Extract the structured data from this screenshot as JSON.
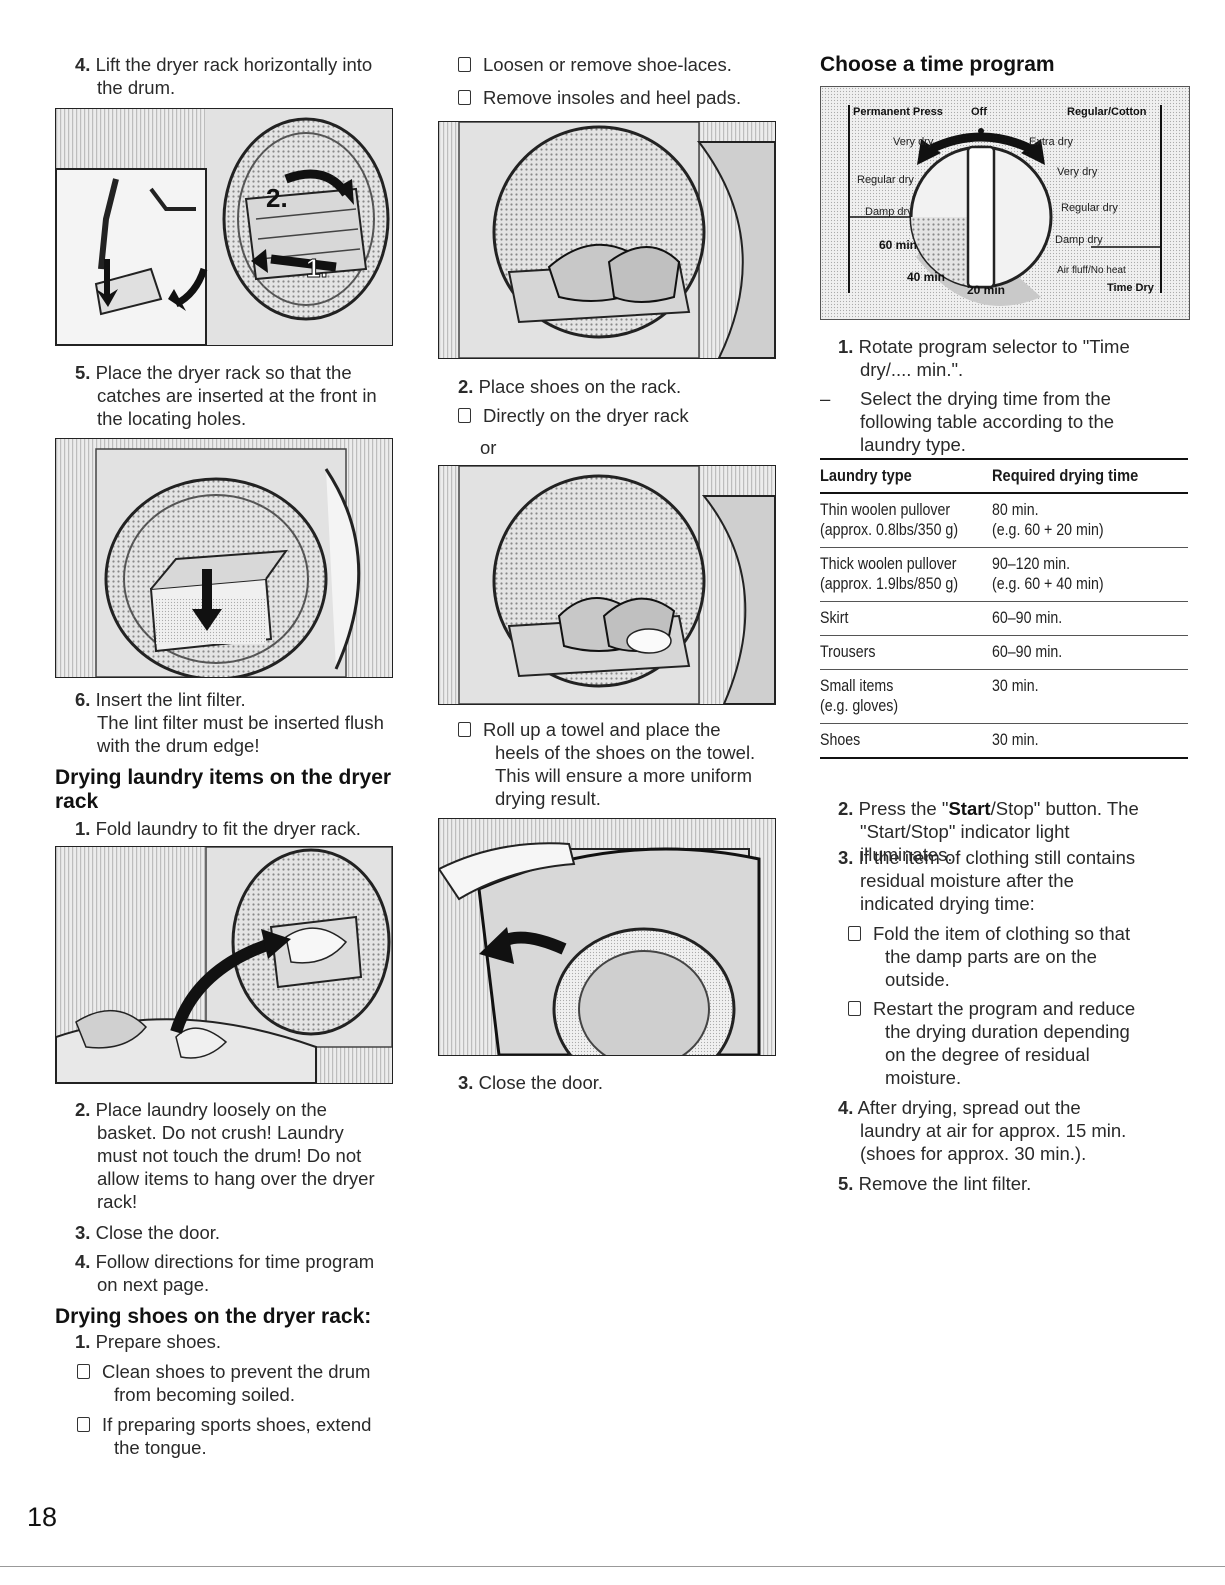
{
  "col1": {
    "step4": {
      "num": "4.",
      "text_l1": "Lift the dryer rack horizontally into",
      "text_l2": "the drum."
    },
    "fig1": {
      "label_a": "2.",
      "label_b": "1."
    },
    "step5": {
      "num": "5.",
      "l1": "Place the dryer rack so that the",
      "l2": "catches are inserted at the front in",
      "l3": "the locating holes."
    },
    "step6": {
      "num": "6.",
      "l1": "Insert the lint filter.",
      "l2": "The lint filter must be inserted flush",
      "l3": "with the drum edge!"
    },
    "heading_laundry_l1": "Drying laundry items on the dryer",
    "heading_laundry_l2": "rack",
    "lstep1": {
      "num": "1.",
      "text": "Fold laundry to fit the dryer rack."
    },
    "lstep2": {
      "num": "2.",
      "l1": "Place laundry loosely on the",
      "l2": "basket. Do not crush! Laundry",
      "l3": "must not touch the drum! Do not",
      "l4": "allow items to hang over the dryer",
      "l5": "rack!"
    },
    "lstep3": {
      "num": "3.",
      "text": "Close the door."
    },
    "lstep4": {
      "num": "4.",
      "l1": "Follow directions for time program",
      "l2": "on next page."
    },
    "heading_shoes": "Drying shoes on the dryer rack:",
    "sstep1": {
      "num": "1.",
      "text": "Prepare shoes."
    },
    "sb1": {
      "l1": "Clean shoes to prevent the drum",
      "l2": "from becoming soiled."
    },
    "sb2": {
      "l1": "If preparing sports shoes, extend",
      "l2": "the tongue."
    }
  },
  "col2": {
    "b1": "Loosen or remove shoe-laces.",
    "b2": "Remove insoles and heel pads.",
    "step2": {
      "num": "2.",
      "text": "Place shoes on the rack."
    },
    "b3": "Directly on the dryer rack",
    "or": "or",
    "b4": {
      "l1": "Roll up a towel and place the",
      "l2": "heels of the shoes on the towel.",
      "l3": "This will ensure a more uniform",
      "l4": "drying result."
    },
    "step3": {
      "num": "3.",
      "text": "Close the door."
    }
  },
  "col3": {
    "heading": "Choose a time program",
    "dial": {
      "permanent_press": "Permanent Press",
      "off": "Off",
      "regular_cotton": "Regular/Cotton",
      "very_dry_l": "Very dry",
      "regular_dry_l": "Regular dry",
      "damp_dry_l": "Damp dry",
      "extra_dry": "Extra dry",
      "very_dry_r": "Very dry",
      "regular_dry_r": "Regular dry",
      "damp_dry_r": "Damp dry",
      "air_fluff": "Air fluff/No heat",
      "time_dry": "Time Dry",
      "m60": "60 min",
      "m40": "40 min",
      "m20": "20 min"
    },
    "step1": {
      "num": "1.",
      "l1": "Rotate program selector to \"Time",
      "l2": "dry/.... min.\"."
    },
    "dash": {
      "mark": "–",
      "l1": "Select the drying time from the",
      "l2": "following table according to the",
      "l3": "laundry type."
    },
    "table": {
      "headers": [
        "Laundry type",
        "Required drying time"
      ],
      "rows": [
        [
          "Thin woolen pullover",
          "(approx. 0.8lbs/350 g)",
          "80 min.",
          "(e.g. 60 + 20 min)"
        ],
        [
          "Thick woolen pullover",
          "(approx. 1.9lbs/850 g)",
          "90–120 min.",
          "(e.g. 60 + 40 min)"
        ],
        [
          "Skirt",
          "",
          "60–90 min.",
          ""
        ],
        [
          "Trousers",
          "",
          "60–90 min.",
          ""
        ],
        [
          "Small items",
          "(e.g. gloves)",
          "30 min.",
          ""
        ],
        [
          "Shoes",
          "",
          "30 min.",
          ""
        ]
      ]
    },
    "step2": {
      "num": "2.",
      "pre": "Press the \"",
      "bold": "Start",
      "post": "/Stop\" button. The",
      "l2": "\"Start/Stop\" indicator light",
      "l3": "illuminates."
    },
    "step3": {
      "num": "3.",
      "l1": "If the item of clothing still contains",
      "l2": "residual moisture after the",
      "l3": "indicated drying time:"
    },
    "b1": {
      "l1": "Fold the item of clothing so that",
      "l2": "the damp parts are on the",
      "l3": "outside."
    },
    "b2": {
      "l1": "Restart the program and reduce",
      "l2": "the drying duration depending",
      "l3": "on the degree of residual",
      "l4": "moisture."
    },
    "step4": {
      "num": "4.",
      "l1": "After drying, spread out the",
      "l2": "laundry at air for approx. 15 min.",
      "l3": "(shoes for approx. 30 min.)."
    },
    "step5": {
      "num": "5.",
      "text": "Remove the lint filter."
    }
  },
  "page_number": "18"
}
